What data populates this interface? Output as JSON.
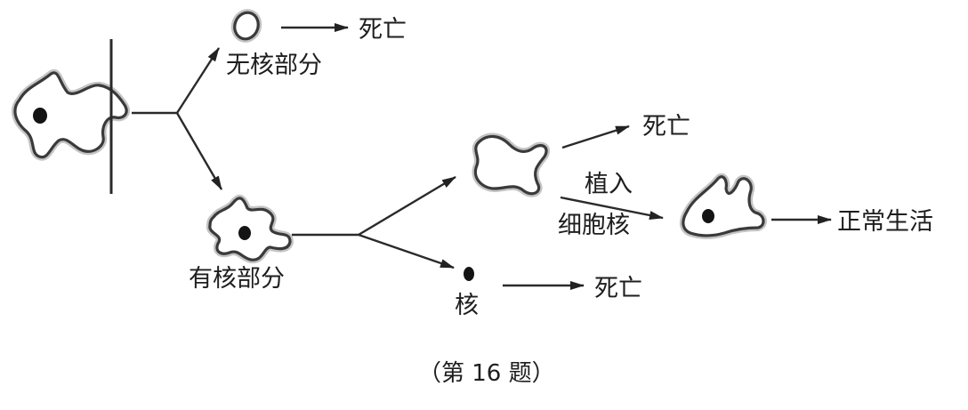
{
  "labels": {
    "anucleate_part": "无核部分",
    "nucleate_part": "有核部分",
    "nucleus": "核",
    "death_1": "死亡",
    "death_2": "死亡",
    "death_3": "死亡",
    "implant_line1": "植入",
    "implant_line2": "细胞核",
    "normal_life": "正常生活",
    "caption": "（第 16 题）"
  }
}
